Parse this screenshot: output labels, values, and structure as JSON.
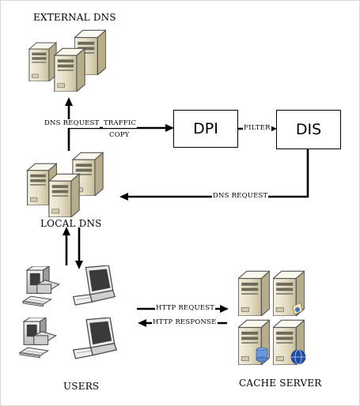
{
  "nodes": {
    "external_dns": "EXTERNAL DNS",
    "local_dns": "LOCAL DNS",
    "users": "USERS",
    "cache_server": "CACHE SERVER",
    "dpi": "DPI",
    "dis": "DIS"
  },
  "edges": {
    "dns_request_up": "DNS REQUEST",
    "traffic_copy_line1": "TRAFFIC",
    "traffic_copy_line2": "COPY",
    "filter": "FILTER",
    "dns_request_back": "DNS REQUEST",
    "http_request": "HTTP REQUEST",
    "http_response": "HTTP RESPONSE"
  }
}
